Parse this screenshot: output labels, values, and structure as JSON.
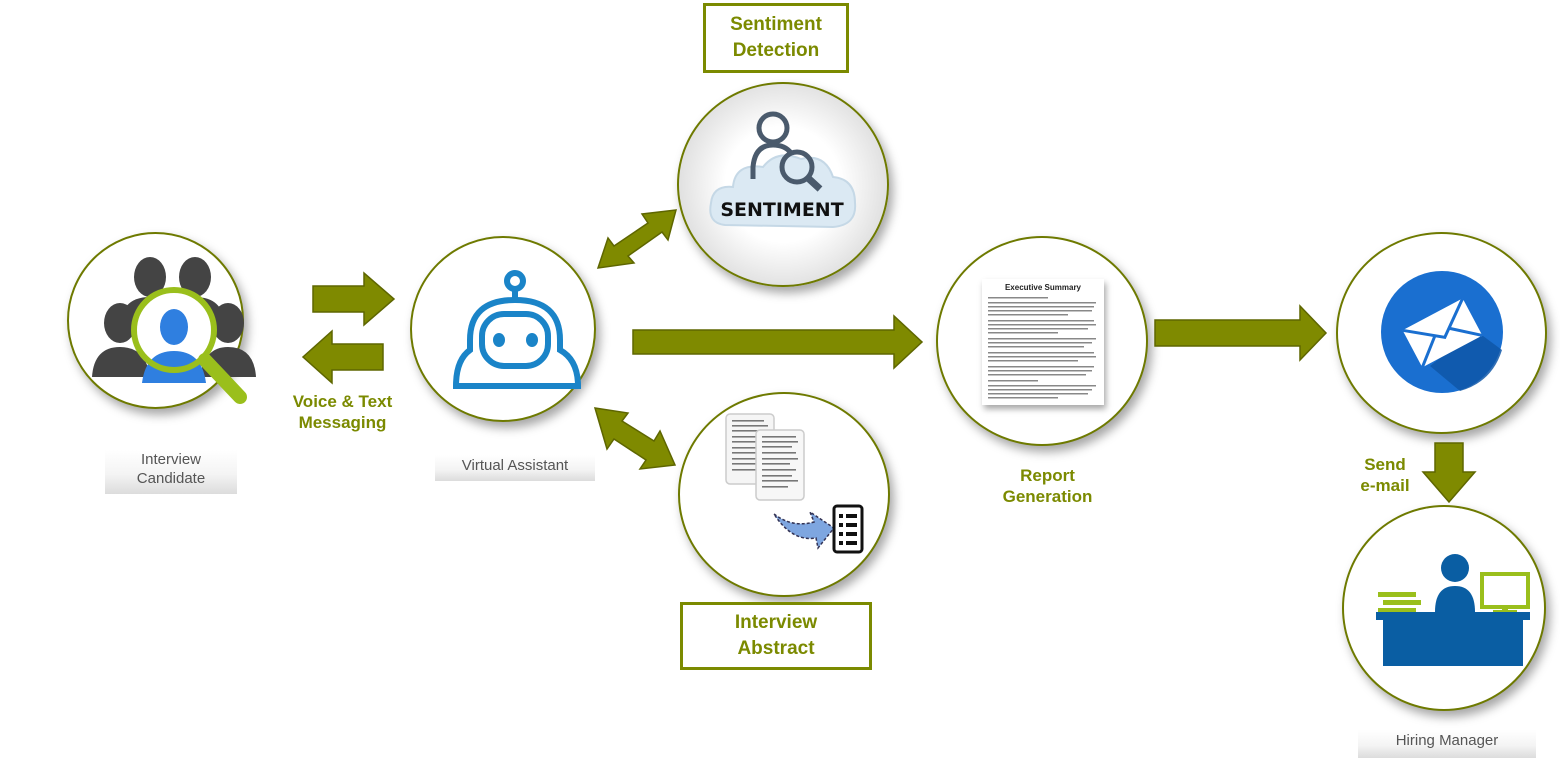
{
  "diagram": {
    "colors": {
      "accent_green": "#7f8a00",
      "text_green": "#7b8a00",
      "icon_blue": "#1a84c8",
      "mail_blue": "#1a6fd0",
      "desk_blue": "#0a5ea3",
      "lime": "#9abf1c",
      "dark_gray": "#444444"
    },
    "nodes": {
      "candidate": {
        "label_line1": "Interview",
        "label_line2": "Candidate",
        "icon": "people-search-icon"
      },
      "assistant": {
        "label": "Virtual Assistant",
        "icon": "robot-icon"
      },
      "sentiment": {
        "title_line1": "Sentiment",
        "title_line2": "Detection",
        "icon_text": "SENTIMENT",
        "icon": "sentiment-cloud-icon"
      },
      "abstract": {
        "title_line1": "Interview",
        "title_line2": "Abstract",
        "icon": "documents-summary-icon"
      },
      "report": {
        "label_line1": "Report",
        "label_line2": "Generation",
        "doc_title": "Executive Summary",
        "icon": "report-document-icon"
      },
      "email": {
        "icon": "envelope-icon"
      },
      "manager": {
        "label": "Hiring Manager",
        "icon": "desk-person-icon"
      }
    },
    "edge_labels": {
      "messaging_line1": "Voice & Text",
      "messaging_line2": "Messaging",
      "send_line1": "Send",
      "send_line2": "e-mail"
    }
  }
}
